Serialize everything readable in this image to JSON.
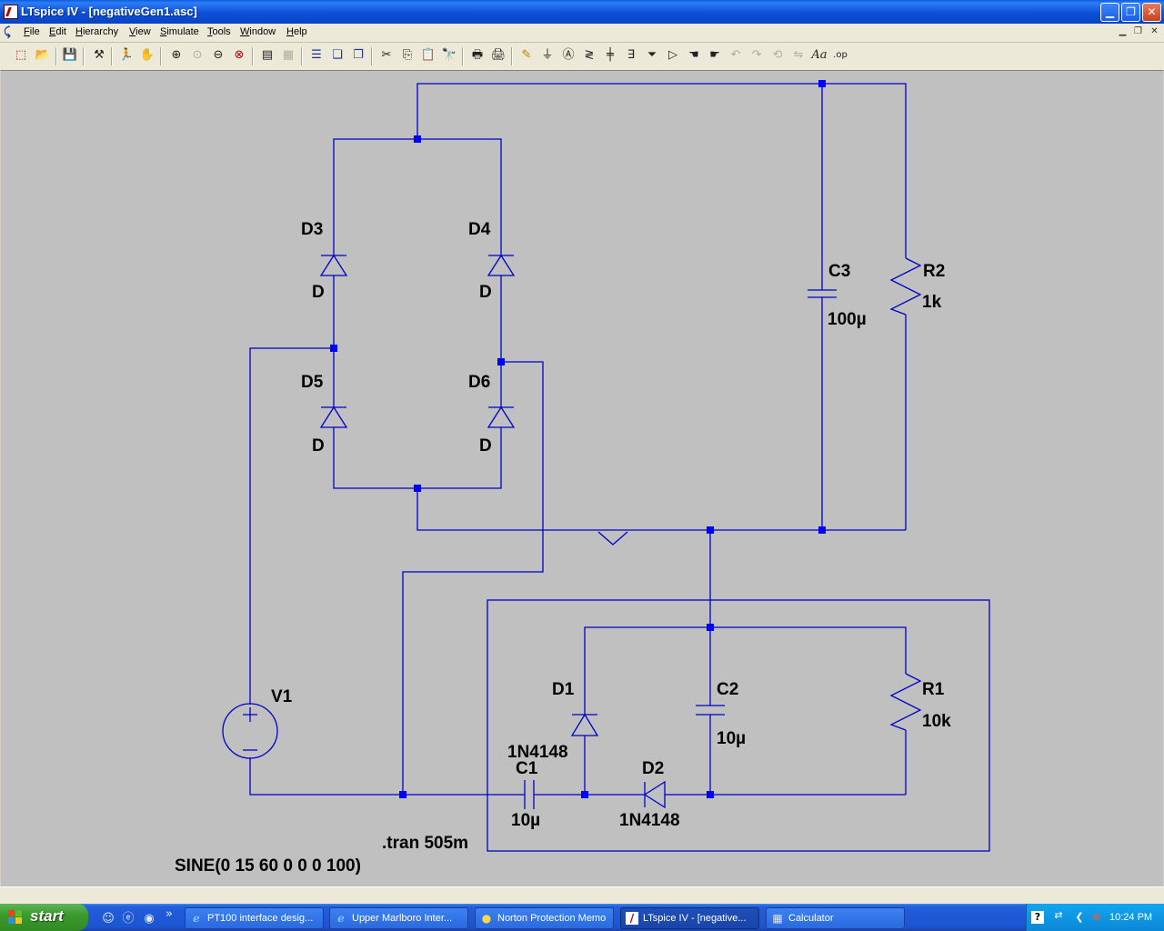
{
  "window": {
    "title": "LTspice IV - [negativeGen1.asc]"
  },
  "menu": {
    "items": [
      {
        "label": "File"
      },
      {
        "label": "Edit"
      },
      {
        "label": "Hierarchy"
      },
      {
        "label": "View"
      },
      {
        "label": "Simulate"
      },
      {
        "label": "Tools"
      },
      {
        "label": "Window"
      },
      {
        "label": "Help"
      }
    ]
  },
  "toolbar": {
    "icons": [
      "new-schematic-icon",
      "open-icon",
      "save-icon",
      "control-panel-icon",
      "run-icon",
      "halt-icon",
      "zoom-in-icon",
      "pan-icon",
      "zoom-out-icon",
      "zoom-cancel-icon",
      "autorange-icon",
      "zoom-extents-icon",
      "tile-horizontal-icon",
      "cascade-icon",
      "close-window-icon",
      "cut-icon",
      "copy-icon",
      "paste-icon",
      "find-icon",
      "print-setup-icon",
      "print-icon",
      "draw-wire-icon",
      "ground-icon",
      "label-net-icon",
      "resistor-icon",
      "capacitor-icon",
      "inductor-icon",
      "diode-icon",
      "component-icon",
      "move-icon",
      "drag-icon",
      "undo-icon",
      "redo-icon",
      "rotate-icon",
      "mirror-icon",
      "text-icon",
      "spice-directive-icon"
    ]
  },
  "schematic": {
    "components": {
      "D3": {
        "ref": "D3",
        "value": "D"
      },
      "D4": {
        "ref": "D4",
        "value": "D"
      },
      "D5": {
        "ref": "D5",
        "value": "D"
      },
      "D6": {
        "ref": "D6",
        "value": "D"
      },
      "C3": {
        "ref": "C3",
        "value": "100µ"
      },
      "R2": {
        "ref": "R2",
        "value": "1k"
      },
      "V1": {
        "ref": "V1",
        "value": "SINE(0 15 60 0 0 0 100)"
      },
      "D1": {
        "ref": "D1",
        "value": "1N4148"
      },
      "C2": {
        "ref": "C2",
        "value": "10µ"
      },
      "R1": {
        "ref": "R1",
        "value": "10k"
      },
      "C1": {
        "ref": "C1",
        "value": "10µ"
      },
      "D2": {
        "ref": "D2",
        "value": "1N4148"
      }
    },
    "directive": ".tran 505m",
    "colors": {
      "background": "#c0c0c0",
      "wire": "#0000c8",
      "junction": "#0000ff"
    }
  },
  "taskbar": {
    "start_label": "start",
    "overflow": "»",
    "tasks": [
      {
        "label": "PT100 interface desig...",
        "icon": "ie-icon"
      },
      {
        "label": "Upper Marlboro Inter...",
        "icon": "ie-icon"
      },
      {
        "label": "Norton Protection Memo",
        "icon": "norton-icon"
      },
      {
        "label": "LTspice IV - [negative...",
        "icon": "ltspice-icon",
        "active": true
      },
      {
        "label": "Calculator",
        "icon": "calculator-icon"
      }
    ],
    "clock": "10:24 PM"
  }
}
